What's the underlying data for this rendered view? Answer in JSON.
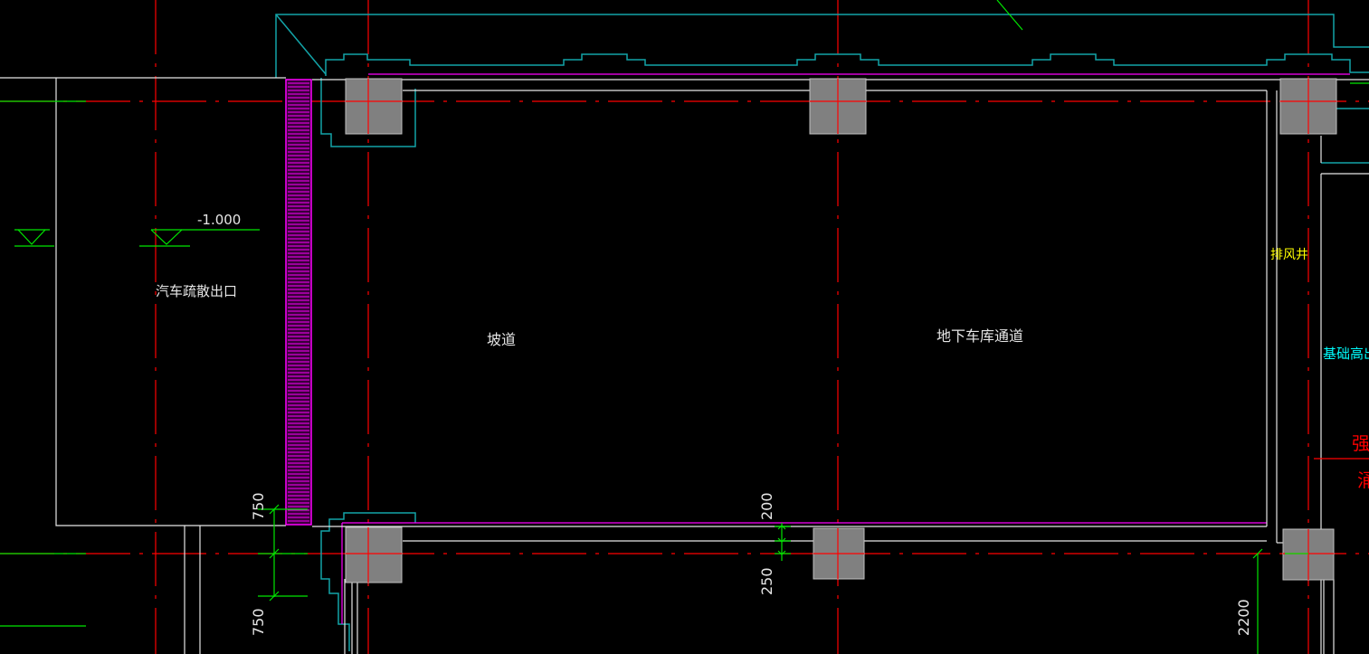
{
  "labels": {
    "elevation": "-1.000",
    "exit": "汽车疏散出口",
    "ramp": "坡道",
    "garage_passage": "地下车库通道",
    "exhaust_shaft": "排风井",
    "foundation_note": "基础高出",
    "red_note_1": "强",
    "red_note_2": "涌"
  },
  "dimensions": {
    "d750_top": "750",
    "d750_bottom": "750",
    "d200": "200",
    "d250": "250",
    "d2200": "2200"
  },
  "colors": {
    "background": "#000000",
    "axis_red": "#ff0000",
    "outline_cyan": "#13a4a8",
    "wall_white": "#e6e6e6",
    "dim_green": "#00e600",
    "hatch_magenta": "#ff00ff",
    "column_gray": "#808080",
    "note_yellow": "#ffff00",
    "note_cyan": "#00ffff"
  }
}
